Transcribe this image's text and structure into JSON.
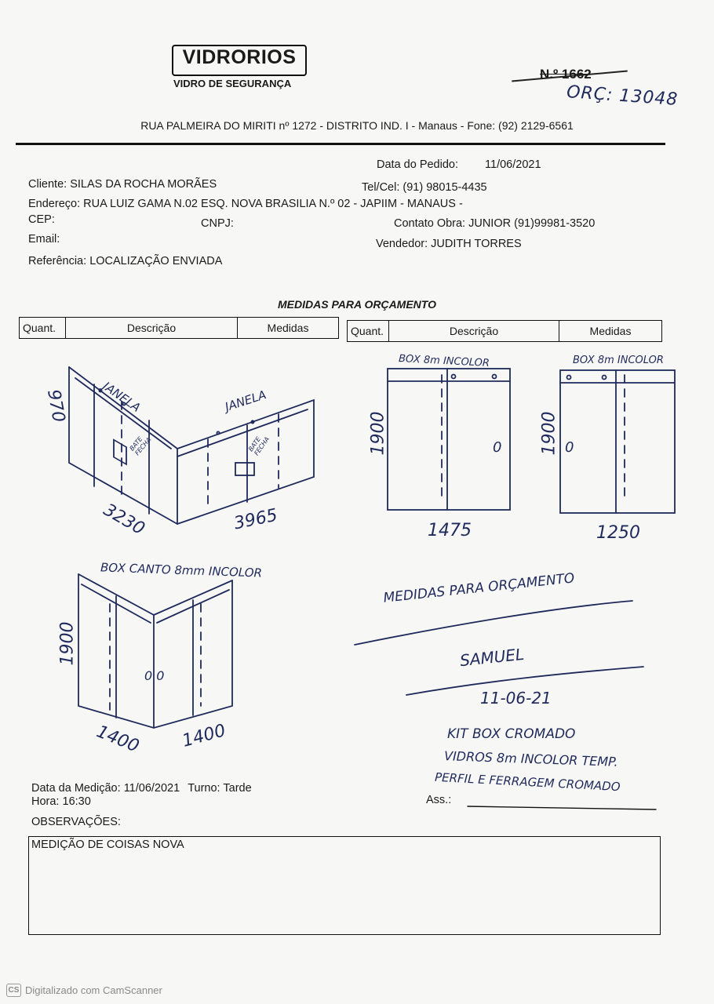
{
  "header": {
    "logo_name": "VIDRORIOS",
    "logo_subtitle": "VIDRO DE SEGURANÇA",
    "order_number": "N.º 1662",
    "budget_note": "ORÇ: 13048",
    "address_line": "RUA PALMEIRA DO MIRITI nº 1272 - DISTRITO IND. I - Manaus - Fone: (92) 2129-6561"
  },
  "order": {
    "date_label": "Data do Pedido:",
    "date_value": "11/06/2021",
    "client_label": "Cliente:",
    "client_value": "SILAS DA ROCHA MORÃES",
    "phone_label": "Tel/Cel:",
    "phone_value": "(91) 98015-4435",
    "address_label": "Endereço:",
    "address_value": "RUA LUIZ GAMA N.02 ESQ. NOVA BRASILIA N.º 02 - JAPIIM - MANAUS -",
    "cep_label": "CEP:",
    "cnpj_label": "CNPJ:",
    "contact_label": "Contato Obra:",
    "contact_value": "JUNIOR (91)99981-3520",
    "email_label": "Email:",
    "seller_label": "Vendedor:",
    "seller_value": "JUDITH TORRES",
    "reference_label": "Referência:",
    "reference_value": "LOCALIZAÇÃO ENVIADA"
  },
  "measures": {
    "section_title": "MEDIDAS PARA ORÇAMENTO",
    "col_qty": "Quant.",
    "col_desc": "Descrição",
    "col_measures": "Medidas"
  },
  "sketches": {
    "janela1_label": "JANELA",
    "janela2_label": "JANELA",
    "bate_fecha1": "BATE FECHA",
    "bate_fecha2": "BATE FECHA",
    "dim_970": "970",
    "dim_3230": "3230",
    "dim_3965": "3965",
    "box1_label": "BOX 8m INCOLOR",
    "box1_height": "1900",
    "box1_width": "1475",
    "box2_label": "BOX 8m INCOLOR",
    "box2_height": "1900",
    "box2_width": "1250",
    "box3_label": "BOX CANTO 8mm INCOLOR",
    "box3_height": "1900",
    "box3_width_a": "1400",
    "box3_width_b": "1400",
    "notes_title": "MEDIDAS PARA ORÇAMENTO",
    "signer": "SAMUEL",
    "note_date": "11-06-21",
    "note_line1": "KIT BOX CROMADO",
    "note_line2": "VIDROS 8m INCOLOR TEMP.",
    "note_line3": "PERFIL E FERRAGEM CROMADO"
  },
  "footer": {
    "measure_date_label": "Data da Medição:",
    "measure_date_value": "11/06/2021",
    "shift_label": "Turno:",
    "shift_value": "Tarde",
    "time_label": "Hora:",
    "time_value": "16:30",
    "signature_label": "Ass.:",
    "observations_label": "OBSERVAÇÕES:",
    "observations_value": "MEDIÇÃO DE COISAS NOVA",
    "scanner_icon": "CS",
    "scanner_text": "Digitalizado com CamScanner"
  }
}
